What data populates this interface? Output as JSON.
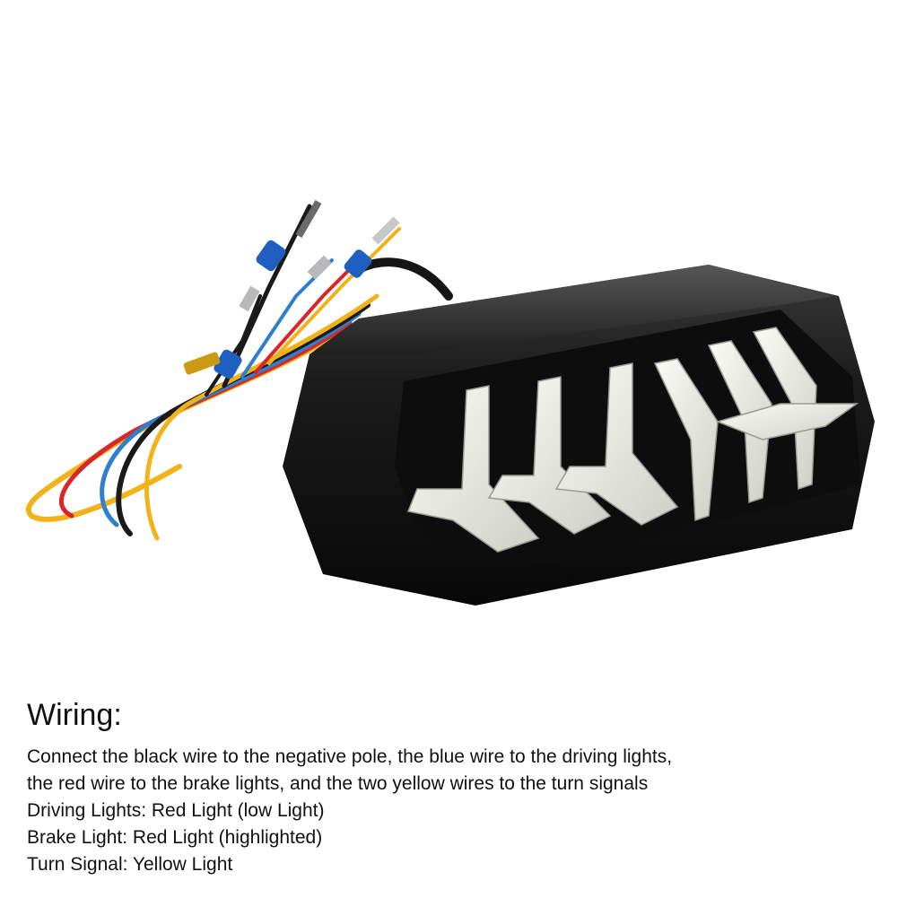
{
  "image": {
    "subject": "motorcycle-led-tail-light",
    "colors": {
      "housing": "#141414",
      "lens_clear": "#e9e9e4",
      "wire_red": "#d8262b",
      "wire_blue": "#2f7fd0",
      "wire_yellow": "#f2b21a",
      "wire_black": "#1a1a1a",
      "connector_blue": "#1f5fbf"
    }
  },
  "caption": {
    "heading": "Wiring:",
    "lines": [
      "Connect the black wire to the negative pole, the blue wire to the driving lights,",
      "the red wire to the brake lights, and the two yellow wires to the turn signals",
      "Driving Lights: Red Light (low Light)",
      "Brake Light: Red Light (highlighted)",
      "Turn Signal: Yellow Light"
    ]
  }
}
